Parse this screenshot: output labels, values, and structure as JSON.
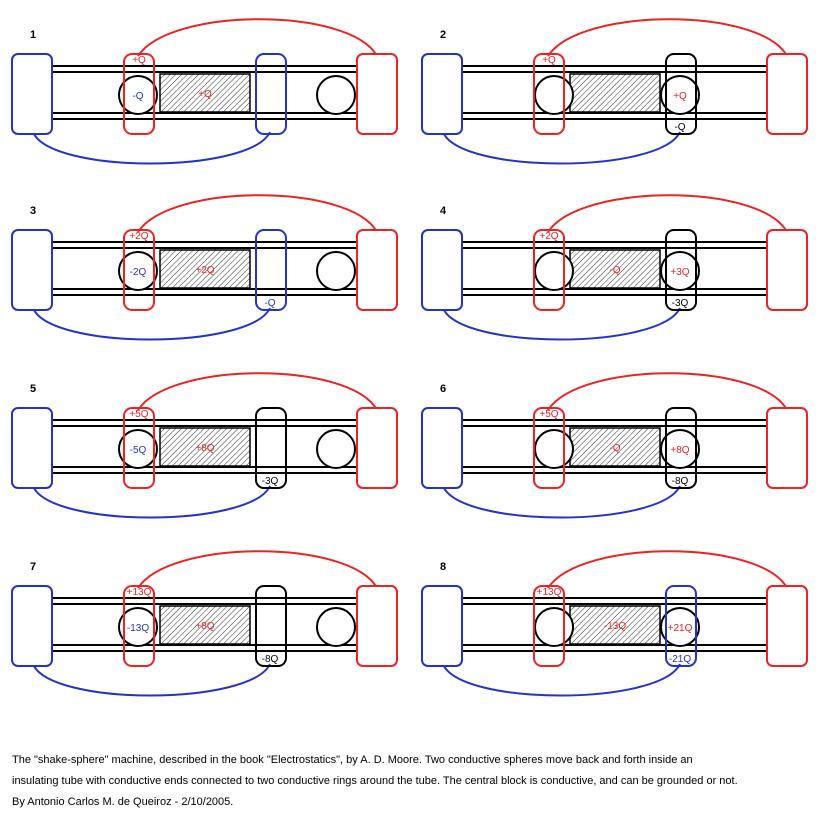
{
  "colors": {
    "red": "#ee2222",
    "blue": "#2233cc",
    "black": "#000000",
    "fill": "#bbbbbb"
  },
  "panels": [
    {
      "num": "1",
      "a": "+Q",
      "b": "",
      "c": "+Q",
      "s1": "-Q",
      "s2": "",
      "ringB": "blue",
      "ballRight": false
    },
    {
      "num": "2",
      "a": "+Q",
      "b": "-Q",
      "c": "",
      "s1": "",
      "s2": "+Q",
      "ringB": "black",
      "ballRight": true
    },
    {
      "num": "3",
      "a": "+2Q",
      "b": "-Q",
      "c": "+2Q",
      "s1": "-2Q",
      "s2": "",
      "ringB": "blue",
      "ballRight": false
    },
    {
      "num": "4",
      "a": "+2Q",
      "b": "-3Q",
      "c": "-Q",
      "s1": "",
      "s2": "+3Q",
      "ringB": "black",
      "ballRight": true
    },
    {
      "num": "5",
      "a": "+5Q",
      "b": "-3Q",
      "c": "+8Q",
      "s1": "-5Q",
      "s2": "",
      "ringB": "black",
      "ballRight": false
    },
    {
      "num": "6",
      "a": "+5Q",
      "b": "-8Q",
      "c": "-Q",
      "s1": "",
      "s2": "+8Q",
      "ringB": "black",
      "ballRight": true
    },
    {
      "num": "7",
      "a": "+13Q",
      "b": "-8Q",
      "c": "+8Q",
      "s1": "-13Q",
      "s2": "",
      "ringB": "black",
      "ballRight": false
    },
    {
      "num": "8",
      "a": "+13Q",
      "b": "-21Q",
      "c": "-13Q",
      "s1": "",
      "s2": "+21Q",
      "ringB": "blue",
      "ballRight": true
    }
  ],
  "caption": {
    "line1": "The \"shake-sphere\" machine, described in the book \"Electrostatics\", by A. D. Moore. Two conductive spheres move back and forth inside an",
    "line2": "insulating tube with conductive ends connected to two conductive rings around the tube. The central block is conductive, and can be grounded or not.",
    "line3": "By Antonio Carlos M. de Queiroz - 2/10/2005."
  }
}
